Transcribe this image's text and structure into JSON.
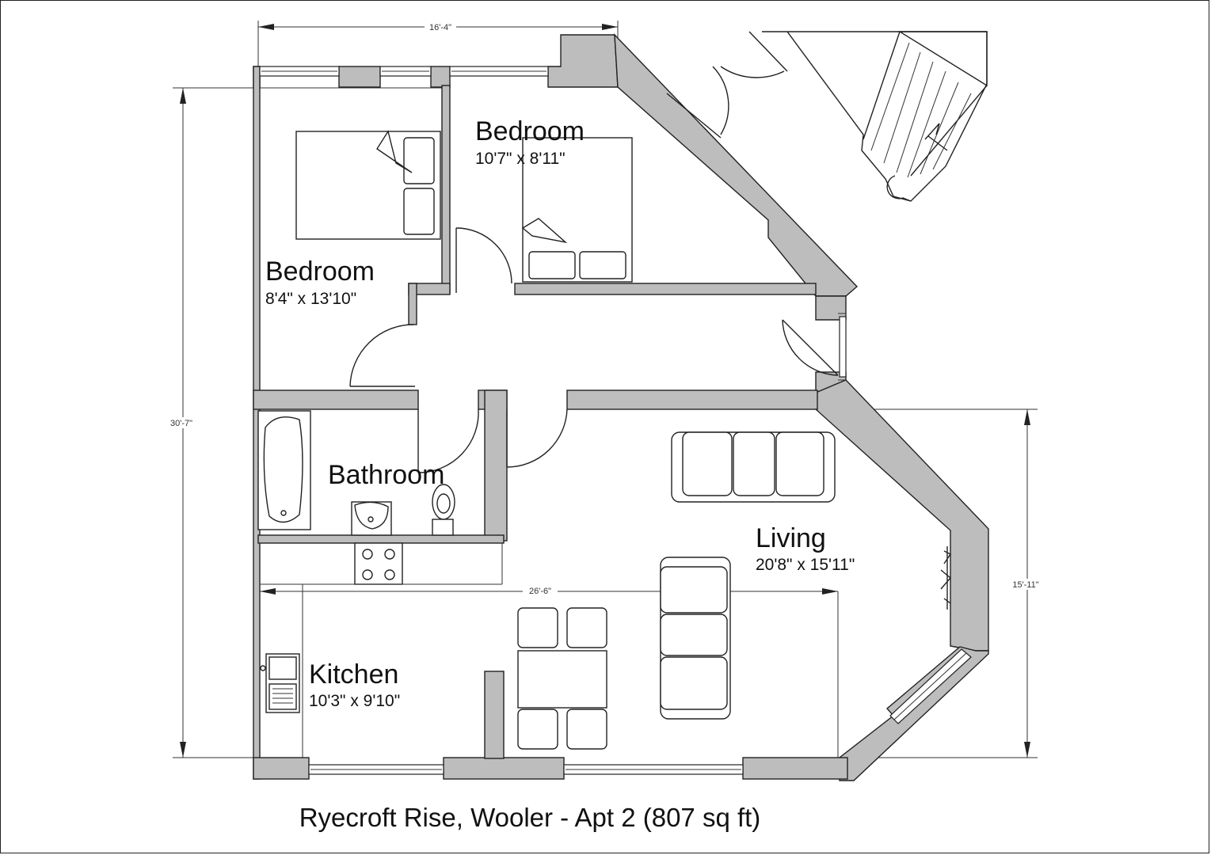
{
  "plan": {
    "caption": "Ryecroft Rise, Wooler - Apt 2 (807 sq ft)",
    "dimensions": {
      "overall_width": "16'-4\"",
      "overall_height": "30'-7\"",
      "kitchen_living_width": "26'-6\"",
      "living_height": "15'-11\""
    },
    "rooms": [
      {
        "name": "Bedroom",
        "size": "10'7\" x 8'11\""
      },
      {
        "name": "Bedroom",
        "size": "8'4\" x 13'10\""
      },
      {
        "name": "Bathroom",
        "size": ""
      },
      {
        "name": "Living",
        "size": "20'8\" x 15'11\""
      },
      {
        "name": "Kitchen",
        "size": "10'3\" x 9'10\""
      }
    ]
  },
  "colors": {
    "wall_fill": "#bdbdbd",
    "line": "#222222",
    "background": "#ffffff"
  }
}
